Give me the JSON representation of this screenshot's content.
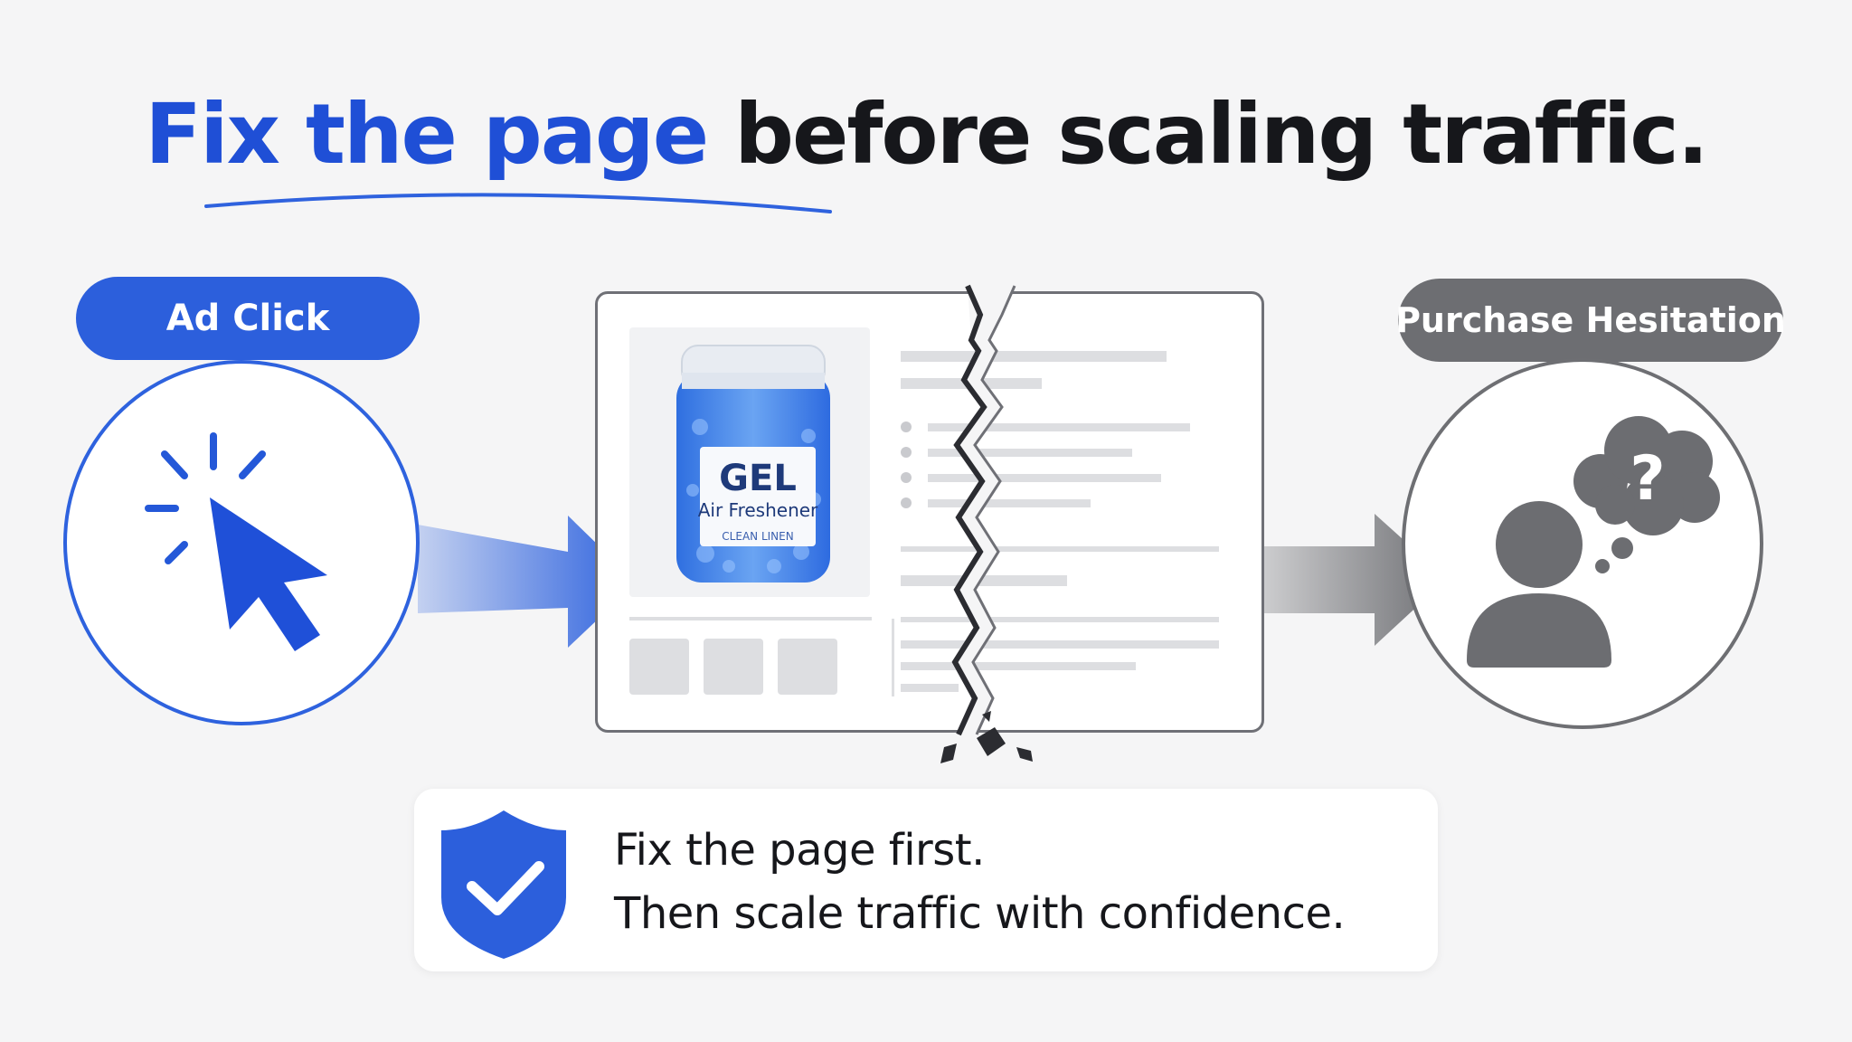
{
  "headline": {
    "highlight": "Fix the page",
    "rest": " before scaling traffic."
  },
  "ad_click": {
    "label": "Ad Click",
    "icon": "cursor-click-icon"
  },
  "landing_page": {
    "product": {
      "title": "GEL",
      "subtitle": "Air Freshener",
      "scent": "CLEAN LINEN"
    },
    "state": "broken-page"
  },
  "purchase_hesitation": {
    "label": "Purchase Hesitation",
    "icon": "person-question-icon"
  },
  "callout": {
    "line1": "Fix the page first.",
    "line2": "Then scale traffic with confidence.",
    "icon": "shield-check-icon"
  },
  "colors": {
    "brand_blue": "#2c5fdc",
    "headline_blue": "#1f4fd6",
    "neutral_gray": "#6d6e72",
    "text_dark": "#16171b"
  }
}
